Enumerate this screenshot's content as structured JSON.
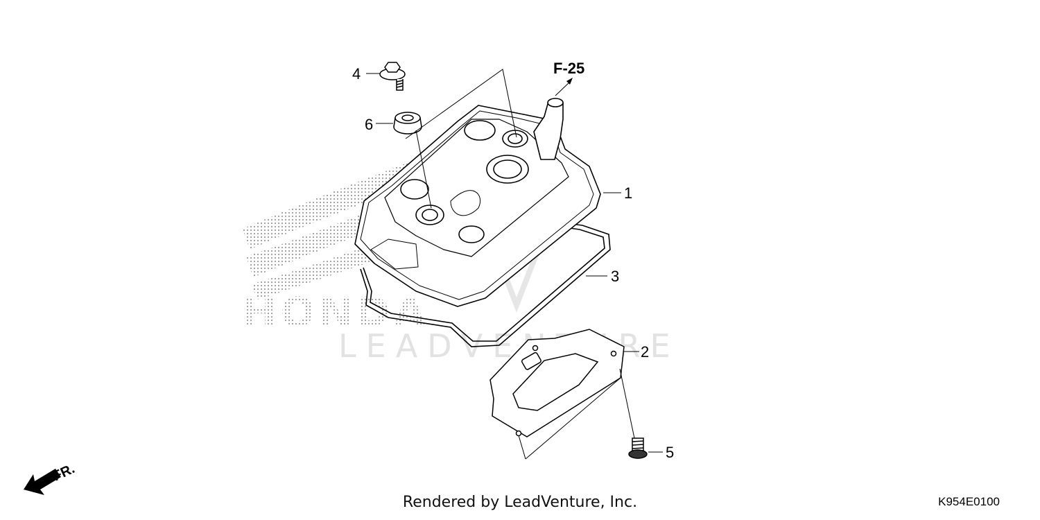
{
  "diagram": {
    "reference_label": "F-25",
    "front_label": "FR.",
    "watermark_brand": "HONDA",
    "watermark_text": "LEADVENTURE",
    "callouts": [
      {
        "id": "1",
        "label": "1"
      },
      {
        "id": "2",
        "label": "2"
      },
      {
        "id": "3",
        "label": "3"
      },
      {
        "id": "4",
        "label": "4"
      },
      {
        "id": "5",
        "label": "5"
      },
      {
        "id": "6",
        "label": "6"
      }
    ]
  },
  "footer": {
    "rendered_by": "Rendered by LeadVenture, Inc.",
    "diagram_code": "K954E0100"
  }
}
